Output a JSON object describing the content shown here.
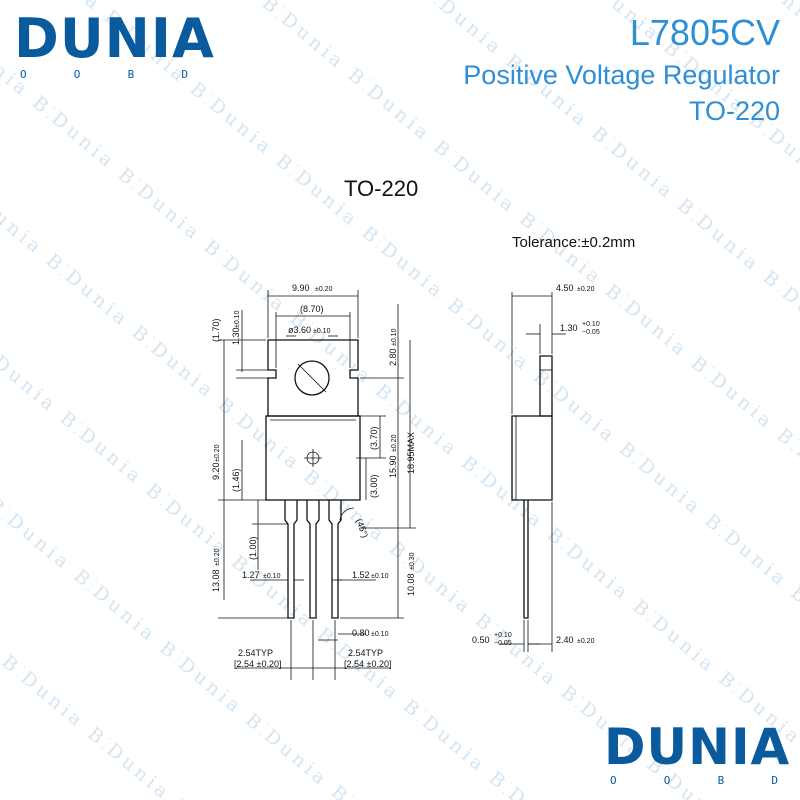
{
  "brand": {
    "name": "DUNIA",
    "sub_letters": [
      "O",
      "O",
      "B",
      "D"
    ],
    "watermark_text": "Dunia BD",
    "color": "#0a5a9e"
  },
  "header": {
    "part_number": "L7805CV",
    "description": "Positive Voltage  Regulator",
    "package": "TO-220",
    "color": "#2f8fd6"
  },
  "drawing": {
    "title": "TO-220",
    "tolerance": "Tolerance:±0.2mm",
    "front_view": {
      "width_main": "9.90",
      "width_main_tol": "±0.20",
      "width_inner": "(8.70)",
      "hole_dia": "ø3.60",
      "hole_dia_tol": "±0.10",
      "tab_top_left": "(1.70)",
      "tab_step": "1.30",
      "tab_step_tol": "±0.10",
      "hole_to_top": "2.80",
      "hole_to_top_tol": "±0.10",
      "body_height": "9.20",
      "body_height_tol": "±0.20",
      "lead_shoulder": "(1.46)",
      "lead_bend": "(1.00)",
      "lead_length": "13.08",
      "lead_length_tol": "±0.20",
      "center_dim": "(3.70)",
      "lower_dim": "(3.00)",
      "angle": "(45°)",
      "body_total": "15.90",
      "body_total_tol": "±0.20",
      "max_height": "18.95MAX",
      "lead_width_left": "1.27",
      "lead_width_left_tol": "±0.10",
      "lead_width_right": "1.52",
      "lead_width_right_tol": "±0.10",
      "lead_thickness": "0.80",
      "lead_thickness_tol": "±0.10",
      "pitch_typ": "2.54TYP",
      "pitch_bracket": "[2.54 ±0.20]",
      "lead_length_right": "10.08",
      "lead_length_right_tol": "±0.30"
    },
    "side_view": {
      "depth": "4.50",
      "depth_tol": "±0.20",
      "tab_thickness": "1.30",
      "tab_thickness_tol_plus": "+0.10",
      "tab_thickness_tol_minus": "−0.05",
      "lead_thickness": "0.50",
      "lead_thickness_tol_plus": "+0.10",
      "lead_thickness_tol_minus": "−0.05",
      "lead_offset": "2.40",
      "lead_offset_tol": "±0.20"
    }
  }
}
